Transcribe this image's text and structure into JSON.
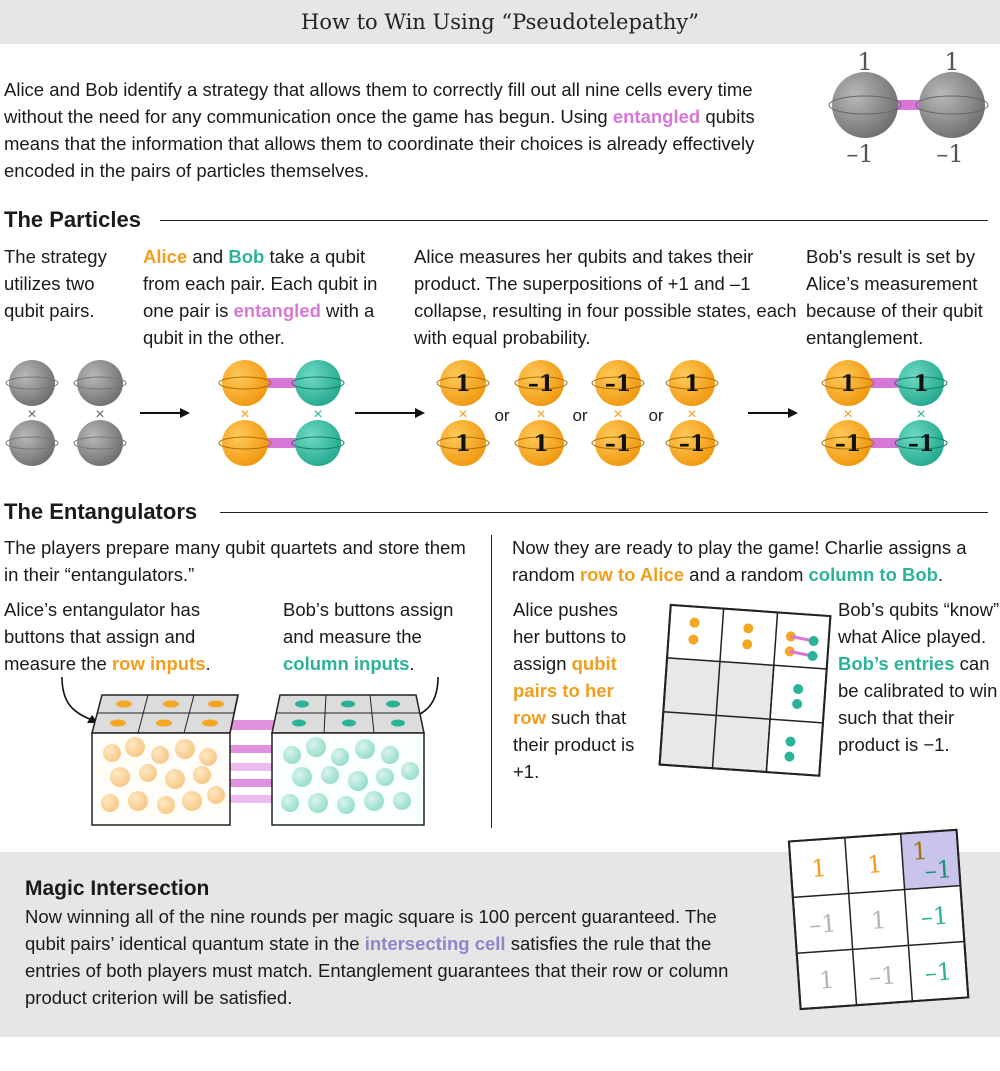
{
  "title": "How to Win Using “Pseudotelepathy”",
  "intro": {
    "p1": "Alice and Bob identify a strategy that allows them to correctly fill out all nine cells every time without the need for any communication once the game has begun. Using ",
    "entangled": "entangled",
    "p2": " qubits means that the information that allows them to coordinate their choices is already effectively encoded in the pairs of particles themselves.",
    "fig_top": [
      "1",
      "1"
    ],
    "fig_bottom": [
      "–1",
      "–1"
    ]
  },
  "particles": {
    "heading": "The Particles",
    "col1": "The strategy utilizes two qubit pairs.",
    "col2": {
      "alice": "Alice",
      "and": " and ",
      "bob": "Bob",
      "t1": " take a qubit from each pair. Each qubit in one pair is ",
      "entangled": "entangled",
      "t2": " with a qubit in the other."
    },
    "col3": "Alice measures her qubits and takes their product. The superpositions of +1 and –1 collapse, resulting in four possible states, each with equal probability.",
    "col4": "Bob's result is set by Alice’s measurement because of their qubit entanglement.",
    "times": "×",
    "or": "or",
    "states": [
      {
        "top": "1",
        "bottom": "1"
      },
      {
        "top": "–1",
        "bottom": "1"
      },
      {
        "top": "–1",
        "bottom": "–1"
      },
      {
        "top": "1",
        "bottom": "–1"
      }
    ],
    "result": {
      "a_top": "1",
      "a_bottom": "–1",
      "b_top": "1",
      "b_bottom": "–1"
    }
  },
  "entangulators": {
    "heading": "The Entangulators",
    "left_top": "The players prepare many qubit quartets and store them in their “entangulators.”",
    "alice_text": "Alice’s entangulator has buttons that assign and measure the ",
    "row_inputs": "row inputs",
    "period": ".",
    "bob_text": "Bob’s buttons assign and measure the ",
    "column_inputs": "column inputs",
    "right_top1": "Now they are ready to play the game! Charlie assigns a random ",
    "row_to_alice": "row to Alice",
    "right_top2": " and a random ",
    "column_to_bob": "column to Bob",
    "alice_push1": "Alice pushes her buttons to assign ",
    "qubit_pairs": "qubit pairs to her row",
    "alice_push2": " such that their product is +1.",
    "bob_know1": "Bob’s qubits “know” what Alice played. ",
    "bobs_entries": "Bob’s entries",
    "bob_know2": " can be calibrated to win such that their product is −1."
  },
  "magic": {
    "heading": "Magic Intersection",
    "t1": "Now winning all of the nine rounds per magic square is 100 percent guaranteed. The qubit pairs’ identical quantum state in the ",
    "intersecting": "intersecting cell",
    "t2": " satisfies the rule that the entries of both players must match. Entanglement guarantees that their row or column product criterion will be satisfied.",
    "grid": [
      [
        "1",
        "1",
        "1",
        "–1"
      ],
      [
        "–1",
        "1",
        "–1"
      ],
      [
        "1",
        "–1",
        "–1"
      ]
    ]
  },
  "colors": {
    "alice": "#f29d1c",
    "bob": "#2bb39a",
    "entangled": "#d977d9",
    "intersect": "#8f86c8",
    "gray_qubit": "#8a8a8a",
    "band": "#e6e6e6"
  }
}
